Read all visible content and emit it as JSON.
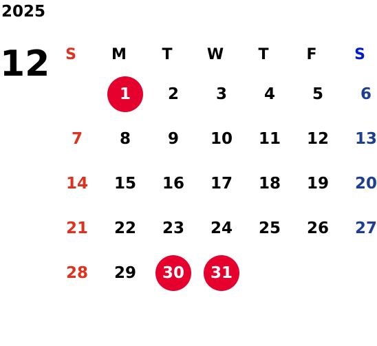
{
  "year": "2025",
  "month": "12",
  "weekdays": [
    "S",
    "M",
    "T",
    "W",
    "T",
    "F",
    "S"
  ],
  "weeks": [
    [
      "",
      "1",
      "2",
      "3",
      "4",
      "5",
      "6"
    ],
    [
      "7",
      "8",
      "9",
      "10",
      "11",
      "12",
      "13"
    ],
    [
      "14",
      "15",
      "16",
      "17",
      "18",
      "19",
      "20"
    ],
    [
      "21",
      "22",
      "23",
      "24",
      "25",
      "26",
      "27"
    ],
    [
      "28",
      "29",
      "30",
      "31",
      "",
      "",
      ""
    ]
  ],
  "highlighted_days": [
    "1",
    "30",
    "31"
  ],
  "colors": {
    "sunday": "#e0301e",
    "saturday_header": "#0018d8",
    "saturday": "#1c3f94",
    "weekday": "#000000",
    "highlight": "#e6002d"
  }
}
